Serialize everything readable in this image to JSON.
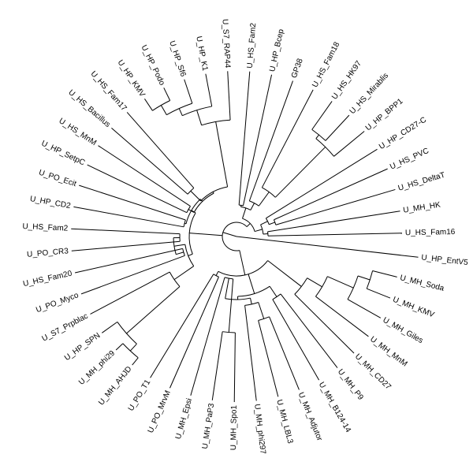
{
  "leaves": [
    "U_HP_EntV5",
    "U_MH_Soda",
    "U_MH_KMV",
    "U_MH_Giles",
    "U_MH_MnM",
    "U_MH_CD27",
    "U_MH_P9",
    "U_MH_B124-14",
    "U_MH_Adjutor",
    "U_MH_LBL3",
    "U_MH_phi297",
    "U_MH_Spo1",
    "U_MH_PaP3",
    "U_MH_Epsi",
    "U_PO_MrvM",
    "U_PO_T1",
    "U_MH_AHJD",
    "U_MH_phi29",
    "U_HP_SPN",
    "U_S7_Prpblac",
    "U_PO_Myco",
    "U_HS_Fam20",
    "U_PO_CR3",
    "U_HS_Fam2",
    "U_HP_CD2",
    "U_PO_Ecit",
    "U_HP_SetpC",
    "U_HS_MnM",
    "U_HS_Bacillus",
    "U_HS_Fam17",
    "U_HP_KMV",
    "U_HP_Podo",
    "U_HP_Sf6",
    "U_HP_K1",
    "U_S7_RAP44",
    "U_HS_Fam2",
    "U_HP_Bcep",
    "GP38",
    "U_HS_Fam18",
    "U_HS_HK97",
    "U_HS_Mirablis",
    "U_HP_BPP1",
    "U_HP_CD27-C",
    "U_HS_PVC",
    "U_HS_DeltaT",
    "U_MH_HK",
    "U_HS_Fam16"
  ]
}
